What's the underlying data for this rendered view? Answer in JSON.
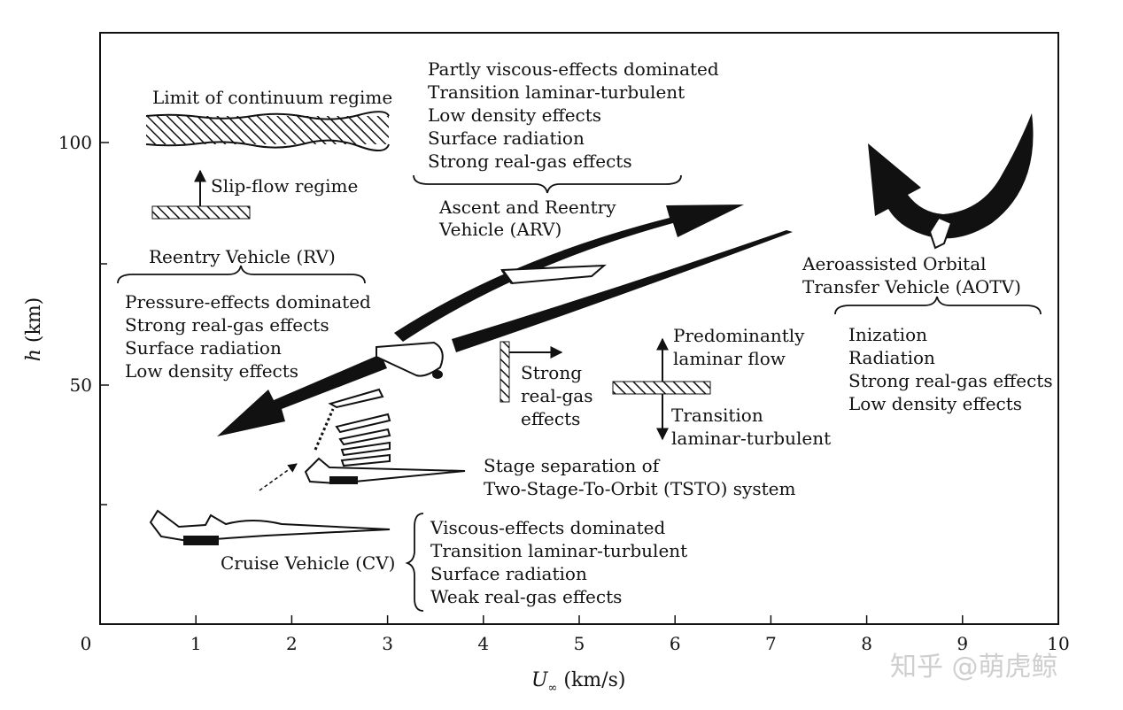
{
  "axes": {
    "xlabel_main": "U",
    "xlabel_sub": "∞",
    "xlabel_unit": " (km/s)",
    "ylabel_main": "h",
    "ylabel_unit": " (km)",
    "xticks": [
      "0",
      "1",
      "2",
      "3",
      "4",
      "5",
      "6",
      "7",
      "8",
      "9",
      "10"
    ],
    "yticks": [
      "50",
      "100"
    ],
    "xlim": [
      0,
      10
    ],
    "ylim": [
      0,
      122
    ]
  },
  "labels": {
    "continuum": "Limit of continuum regime",
    "slip": "Slip-flow regime",
    "rv_title": "Reentry Vehicle (RV)",
    "rv_items": [
      "Pressure-effects dominated",
      "Strong real-gas effects",
      "Surface radiation",
      "Low density effects"
    ],
    "arv_items": [
      "Partly viscous-effects dominated",
      "Transition laminar-turbulent",
      "Low density effects",
      "Surface radiation",
      "Strong real-gas effects"
    ],
    "arv_title": [
      "Ascent and Reentry",
      "Vehicle (ARV)"
    ],
    "aotv_title": [
      "Aeroassisted Orbital",
      "Transfer Vehicle (AOTV)"
    ],
    "aotv_items": [
      "Inization",
      "Radiation",
      "Strong real-gas effects",
      "Low density effects"
    ],
    "strong_rg": [
      "Strong",
      "real-gas",
      "effects"
    ],
    "laminar": [
      "Predominantly",
      "laminar flow"
    ],
    "transition": [
      "Transition",
      "laminar-turbulent"
    ],
    "tsto": [
      "Stage separation of",
      "Two-Stage-To-Orbit (TSTO) system"
    ],
    "cv_title": "Cruise Vehicle (CV)",
    "cv_items": [
      "Viscous-effects dominated",
      "Transition laminar-turbulent",
      "Surface radiation",
      "Weak real-gas effects"
    ]
  },
  "watermark": "知乎 @萌虎鲸"
}
